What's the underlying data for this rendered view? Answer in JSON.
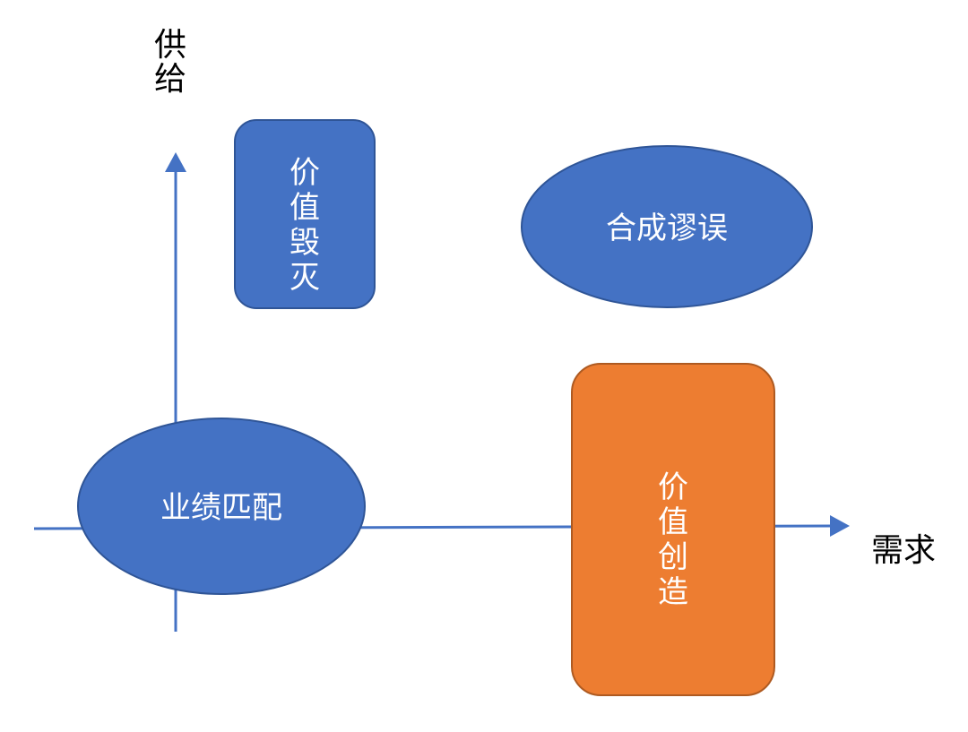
{
  "axes": {
    "y_label": "供给",
    "x_label": "需求"
  },
  "colors": {
    "axis": "#4472c4",
    "blue_shape": "#4472c4",
    "orange_shape": "#ed7d31",
    "label_text": "#ffffff"
  },
  "nodes": {
    "value_destruction": {
      "label": "价值毁灭",
      "shape": "rounded-rectangle",
      "orientation": "vertical",
      "color": "#4472c4"
    },
    "fallacy_of_composition": {
      "label": "合成谬误",
      "shape": "ellipse",
      "orientation": "horizontal",
      "color": "#4472c4"
    },
    "performance_matching": {
      "label": "业绩匹配",
      "shape": "ellipse",
      "orientation": "horizontal",
      "color": "#4472c4"
    },
    "value_creation": {
      "label": "价值创造",
      "shape": "rounded-rectangle",
      "orientation": "vertical",
      "color": "#ed7d31"
    }
  }
}
